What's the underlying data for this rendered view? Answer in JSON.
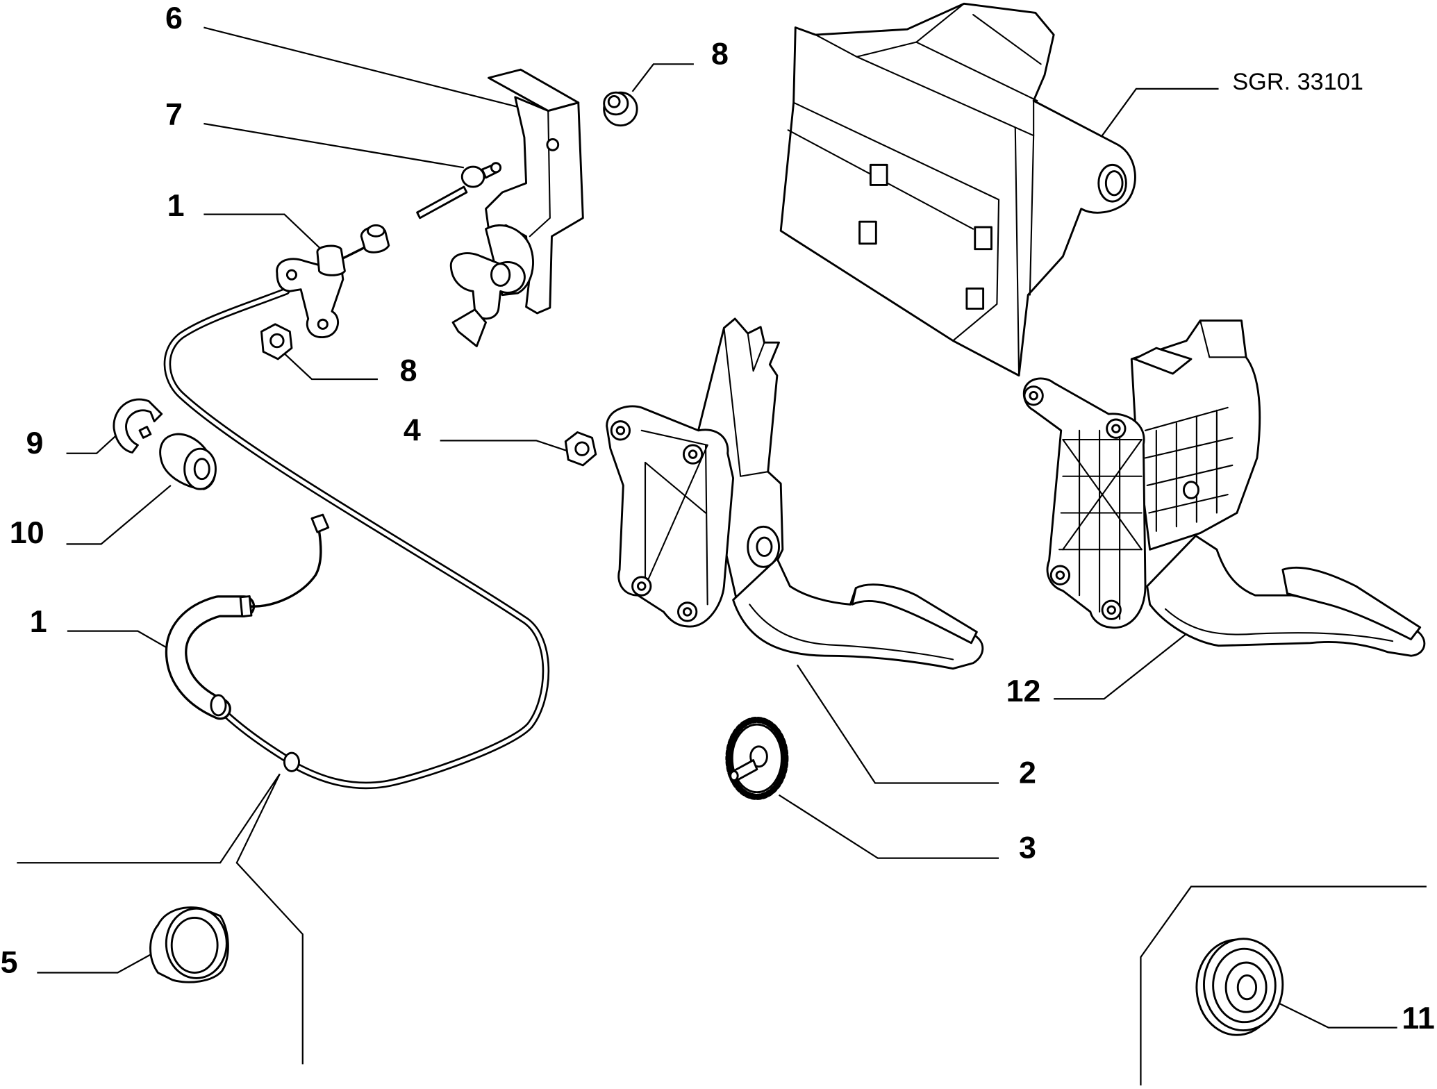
{
  "callouts": {
    "c6": "6",
    "c7": "7",
    "c1_sensor": "1",
    "c8_top": "8",
    "c8_mid": "8",
    "c9": "9",
    "c10": "10",
    "c4": "4",
    "c1_cable": "1",
    "c5": "5",
    "c2": "2",
    "c3": "3",
    "c12": "12",
    "c11": "11"
  },
  "reference_code": "SGR. 33101",
  "colors": {
    "line": "#000000",
    "background": "#ffffff"
  }
}
